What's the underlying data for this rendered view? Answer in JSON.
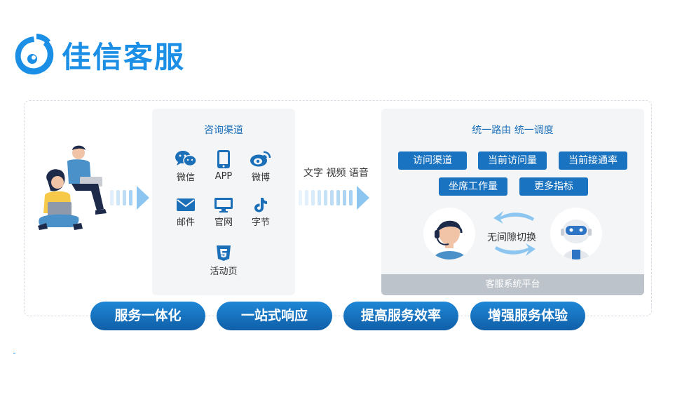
{
  "brand": {
    "name": "佳信客服",
    "color": "#1b8fe6"
  },
  "channels": {
    "title": "咨询渠道",
    "items": [
      {
        "label": "微信",
        "icon": "wechat-icon"
      },
      {
        "label": "APP",
        "icon": "mobile-icon"
      },
      {
        "label": "微博",
        "icon": "weibo-icon"
      },
      {
        "label": "邮件",
        "icon": "mail-icon"
      },
      {
        "label": "官网",
        "icon": "monitor-icon"
      },
      {
        "label": "字节",
        "icon": "tiktok-icon"
      },
      {
        "label": "活动页",
        "icon": "html5-icon"
      }
    ]
  },
  "media": {
    "label": "文字 视频 语音"
  },
  "router": {
    "title": "统一路由  统一调度",
    "pills": [
      "访问渠道",
      "当前访问量",
      "当前接通率",
      "坐席工作量",
      "更多指标"
    ],
    "switch_label": "无间隙切换",
    "platform": "客服系统平台"
  },
  "values": [
    "服务一体化",
    "一站式响应",
    "提高服务效率",
    "增强服务体验"
  ],
  "colors": {
    "primary": "#1a73c0",
    "icon": "#1b6fb8",
    "chevron": "#8cc6f0"
  }
}
